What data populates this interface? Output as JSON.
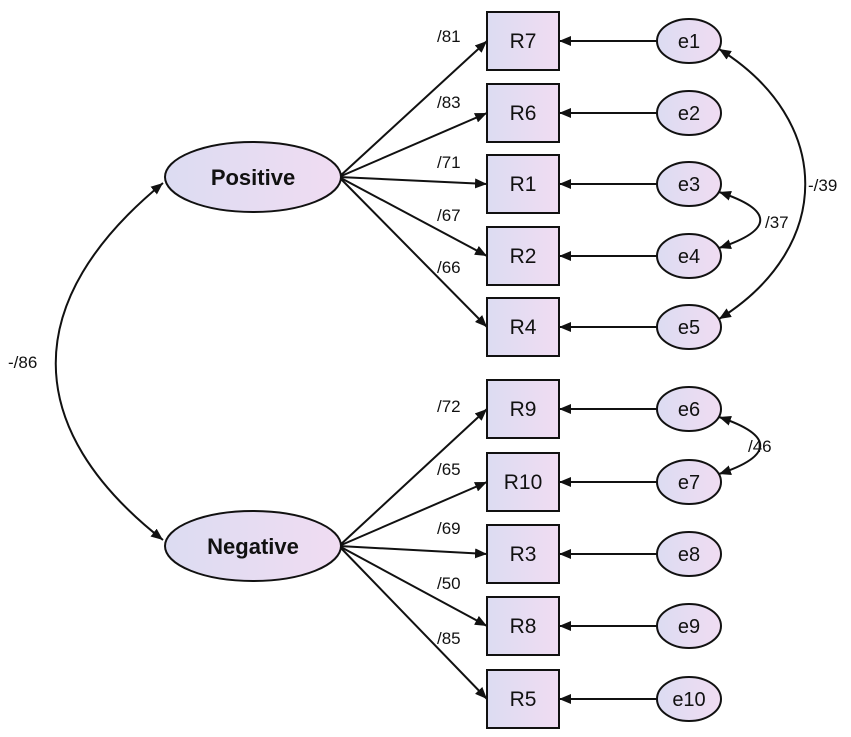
{
  "colors": {
    "stroke": "#111111",
    "fill_start": "#dcdcf2",
    "fill_end": "#f0dcf2",
    "background": "#ffffff"
  },
  "factors": [
    {
      "id": "positive",
      "label": "Positive"
    },
    {
      "id": "negative",
      "label": "Negative"
    }
  ],
  "factor_covariance": {
    "label": "-/86"
  },
  "indicators": [
    {
      "label": "R7",
      "factor": "positive",
      "loading": "/81",
      "error": "e1"
    },
    {
      "label": "R6",
      "factor": "positive",
      "loading": "/83",
      "error": "e2"
    },
    {
      "label": "R1",
      "factor": "positive",
      "loading": "/71",
      "error": "e3"
    },
    {
      "label": "R2",
      "factor": "positive",
      "loading": "/67",
      "error": "e4"
    },
    {
      "label": "R4",
      "factor": "positive",
      "loading": "/66",
      "error": "e5"
    },
    {
      "label": "R9",
      "factor": "negative",
      "loading": "/72",
      "error": "e6"
    },
    {
      "label": "R10",
      "factor": "negative",
      "loading": "/65",
      "error": "e7"
    },
    {
      "label": "R3",
      "factor": "negative",
      "loading": "/69",
      "error": "e8"
    },
    {
      "label": "R8",
      "factor": "negative",
      "loading": "/50",
      "error": "e9"
    },
    {
      "label": "R5",
      "factor": "negative",
      "loading": "/85",
      "error": "e10"
    }
  ],
  "error_covariances": [
    {
      "from": "e1",
      "to": "e5",
      "label": "-/39"
    },
    {
      "from": "e3",
      "to": "e4",
      "label": "/37"
    },
    {
      "from": "e6",
      "to": "e7",
      "label": "/46"
    }
  ]
}
